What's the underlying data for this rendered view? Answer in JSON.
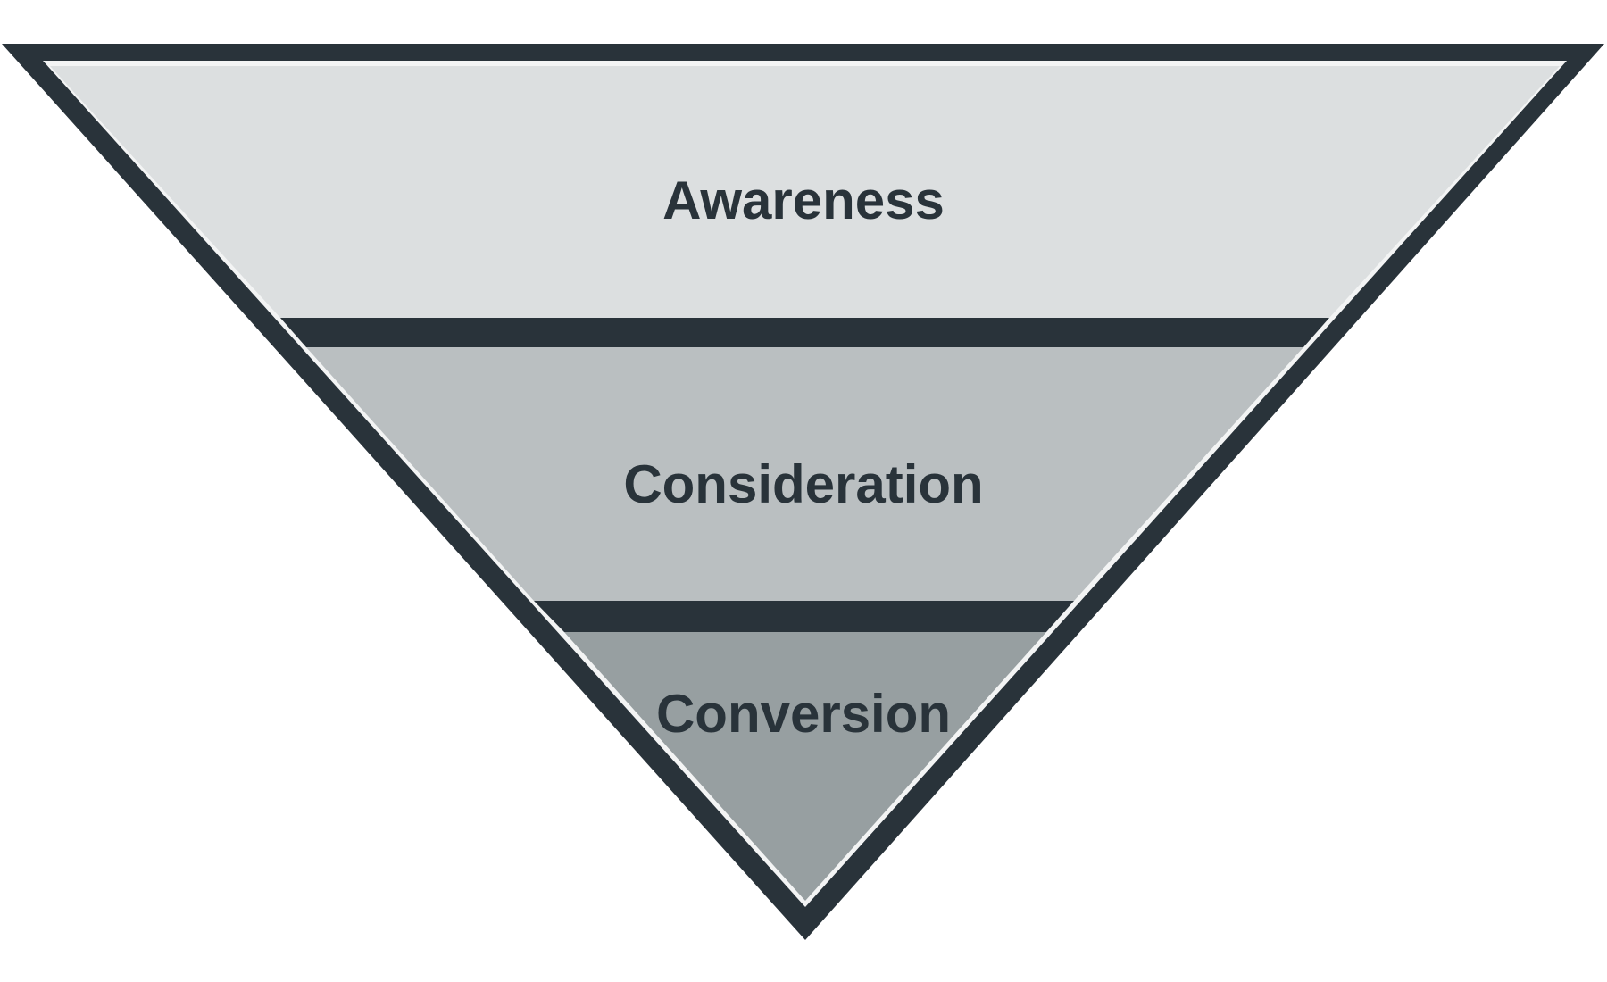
{
  "funnel": {
    "stages": [
      {
        "label": "Awareness",
        "color": "#dcdfe0"
      },
      {
        "label": "Consideration",
        "color": "#babfc1"
      },
      {
        "label": "Conversion",
        "color": "#979fa1"
      }
    ],
    "outline_color": "#29333a",
    "divider_color": "#29333a",
    "inner_edge_color": "#f3f4f4",
    "text_color": "#29333a"
  }
}
